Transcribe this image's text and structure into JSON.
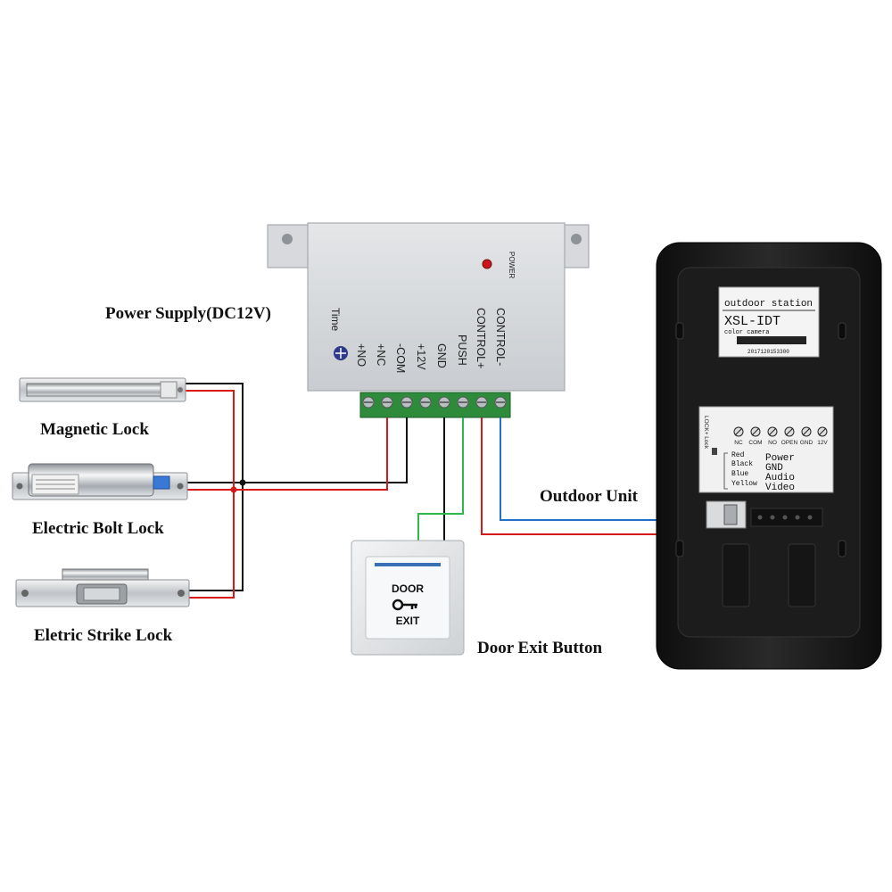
{
  "labels": {
    "power_supply": "Power Supply(DC12V)",
    "magnetic_lock": "Magnetic Lock",
    "electric_bolt_lock": "Electric Bolt Lock",
    "electric_strike_lock": "Eletric Strike Lock",
    "outdoor_unit": "Outdoor Unit",
    "door_exit_button": "Door Exit Button"
  },
  "power_supply": {
    "power_indicator": "POWER",
    "time_label": "Time",
    "terminals": [
      "+NO",
      "+NC",
      "-COM",
      "+12V",
      "GND",
      "PUSH",
      "CONTROL+",
      "CONTROL-"
    ]
  },
  "exit_button": {
    "line1": "DOOR",
    "line2": "EXIT"
  },
  "outdoor_station": {
    "sticker_title": "outdoor station",
    "model": "XSL-IDT",
    "subtitle": "color camera",
    "serial": "2017120153300",
    "lock_label": "LOCK+ Lock",
    "terminals": [
      "NC",
      "COM",
      "NO",
      "OPEN",
      "GND",
      "12V"
    ],
    "wire_colors": [
      "Red",
      "Black",
      "Blue",
      "Yellow"
    ],
    "wire_functions": [
      "Power",
      "GND",
      "Audio",
      "Video"
    ]
  },
  "colors": {
    "wire_red": "#d61a1a",
    "wire_black": "#111111",
    "wire_green": "#2eb84a",
    "wire_blue": "#2470c8",
    "terminal_block": "#2e8b3c"
  }
}
